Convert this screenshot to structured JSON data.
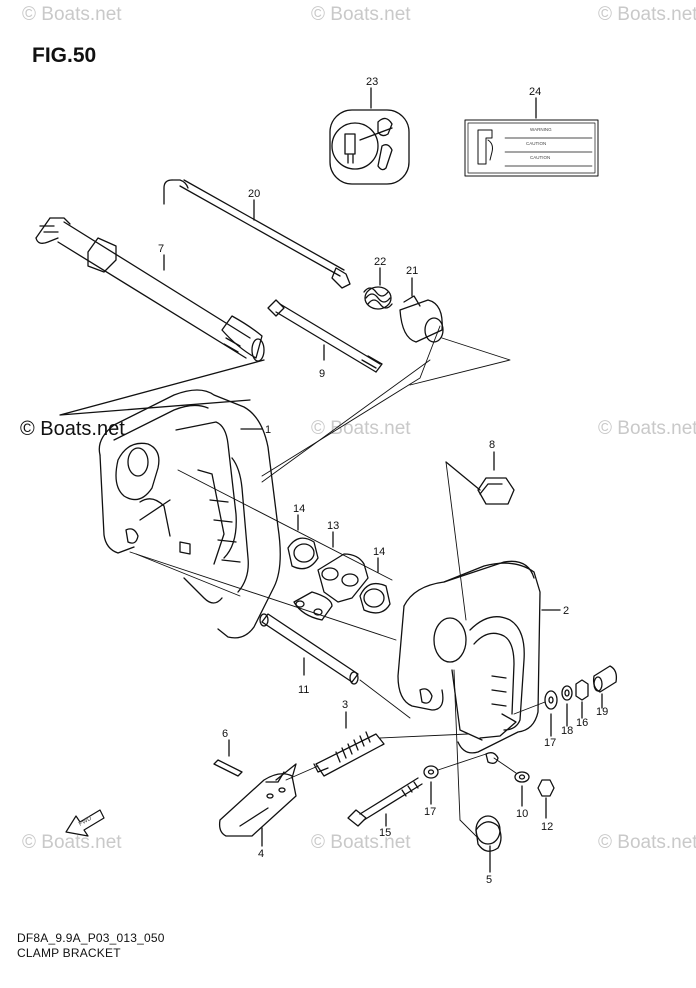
{
  "figure": {
    "title": "FIG.50",
    "code": "DF8A_9.9A_P03_013_050",
    "name": "CLAMP BRACKET"
  },
  "watermarks": {
    "text": "© Boats.net",
    "center_text": "© Boats.net"
  },
  "callouts": [
    "1",
    "2",
    "3",
    "4",
    "5",
    "6",
    "7",
    "8",
    "9",
    "10",
    "11",
    "12",
    "13",
    "14",
    "14",
    "15",
    "16",
    "17",
    "17",
    "18",
    "19",
    "20",
    "21",
    "22",
    "23",
    "24"
  ],
  "decal_24": {
    "lines": [
      "WARNING",
      "CAUTION",
      "CAUTION"
    ]
  },
  "arrow_label": "FWD",
  "colors": {
    "line": "#111111",
    "watermark": "#c9c9c9",
    "background": "#ffffff"
  }
}
